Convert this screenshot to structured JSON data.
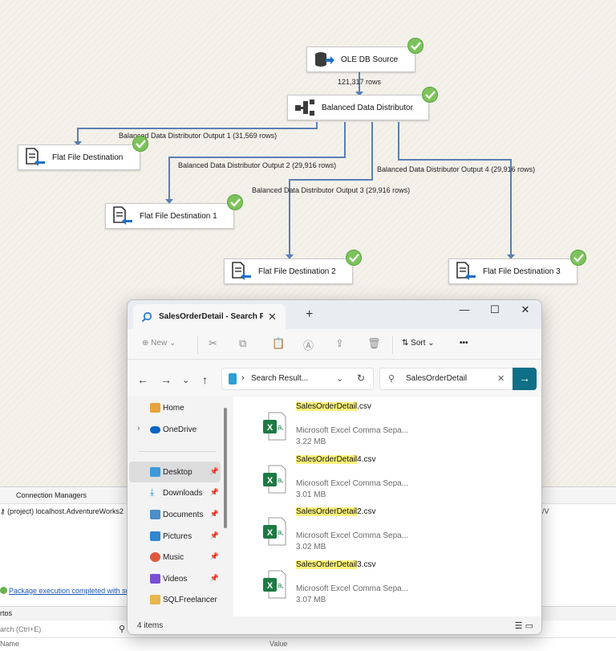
{
  "dataflow": {
    "source": "OLE DB Source",
    "source_rows": "121,317 rows",
    "distributor": "Balanced Data Distributor",
    "destinations": [
      "Flat File Destination",
      "Flat File Destination 1",
      "Flat File Destination 2",
      "Flat File Destination 3"
    ],
    "paths": [
      "Balanced Data Distributor Output 1 (31,569 rows)",
      "Balanced Data Distributor Output 2 (29,916 rows)",
      "Balanced Data Distributor Output 3 (29,916 rows)",
      "Balanced Data Distributor Output 4 (29,916 rows)"
    ],
    "status_color": "#7cc35b"
  },
  "vs": {
    "connection_managers_title": "Connection Managers",
    "connection_item": "(project) localhost.AdventureWorks2",
    "connection_item_right": "/V",
    "status_message": "Package execution completed with succ",
    "properties_title": "rtos",
    "search_placeholder": "arch (Ctrl+E)",
    "col_name": "Name",
    "col_value": "Value"
  },
  "explorer": {
    "tab_title": "SalesOrderDetail - Search Res",
    "toolbar": {
      "new": "New",
      "sort": "Sort",
      "more": "•••"
    },
    "address": "Search Result...",
    "search_query": "SalesOrderDetail",
    "nav": [
      {
        "label": "Home",
        "icon": "home-icon",
        "color": "#e8a23a"
      },
      {
        "label": "OneDrive",
        "icon": "onedrive-icon",
        "color": "#0a66c2"
      },
      {
        "label": "Desktop",
        "icon": "desktop-icon",
        "color": "#3a9ad9"
      },
      {
        "label": "Downloads",
        "icon": "download-icon",
        "color": "#2a8fd8"
      },
      {
        "label": "Documents",
        "icon": "documents-icon",
        "color": "#4a8fc7"
      },
      {
        "label": "Pictures",
        "icon": "pictures-icon",
        "color": "#2f87d0"
      },
      {
        "label": "Music",
        "icon": "music-icon",
        "color": "#e0573f"
      },
      {
        "label": "Videos",
        "icon": "videos-icon",
        "color": "#7a4fd6"
      },
      {
        "label": "SQLFreelancer",
        "icon": "folder-icon",
        "color": "#e8b64a"
      }
    ],
    "files": [
      {
        "highlight": "SalesOrderDetail",
        "rest": ".csv",
        "type": "Microsoft Excel Comma Sepa...",
        "size": "3.22 MB"
      },
      {
        "highlight": "SalesOrderDetail",
        "rest": "4.csv",
        "type": "Microsoft Excel Comma Sepa...",
        "size": "3.01 MB"
      },
      {
        "highlight": "SalesOrderDetail",
        "rest": "2.csv",
        "type": "Microsoft Excel Comma Sepa...",
        "size": "3.02 MB"
      },
      {
        "highlight": "SalesOrderDetail",
        "rest": "3.csv",
        "type": "Microsoft Excel Comma Sepa...",
        "size": "3.07 MB"
      }
    ],
    "item_count": "4 items",
    "accent": "#0f6f86",
    "excel_green": "#1d7a44"
  }
}
